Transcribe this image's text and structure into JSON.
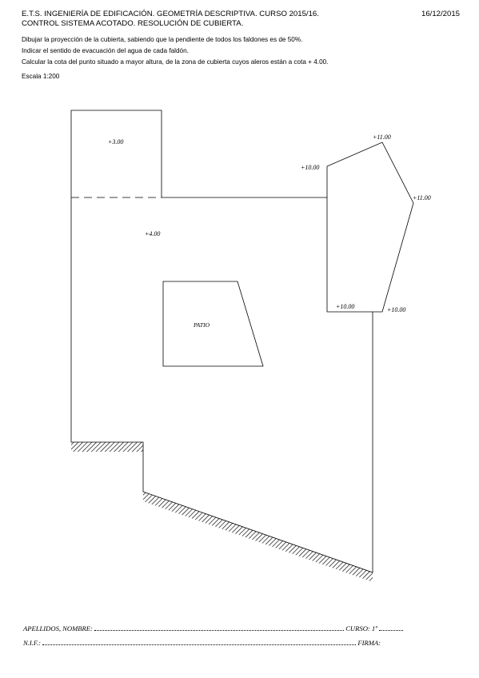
{
  "header": {
    "line1": "E.T.S. INGENIERÍA DE EDIFICACIÓN. GEOMETRÍA DESCRIPTIVA. CURSO 2015/16.",
    "line2": "CONTROL SISTEMA ACOTADO. RESOLUCIÓN DE CUBIERTA.",
    "date": "16/12/2015"
  },
  "instructions": [
    "Dibujar la proyección de la cubierta, sabiendo que la pendiente de todos los faldones es de 50%.",
    "Indicar el sentido de evacuación del agua de cada faldón.",
    "Calcular la cota del punto situado a mayor altura, de la zona de cubierta cuyos aleros están a cota + 4.00."
  ],
  "scale": "Escala  1:200",
  "plan": {
    "elevations": {
      "upper_block": "+3.00",
      "main_block": "+4.00",
      "poly_top": "+11.00",
      "poly_left_top": "+10.00",
      "poly_right": "+11.00",
      "poly_bottom_left": "+10.00",
      "poly_bottom_right": "+10.00"
    },
    "patio": "PATIO"
  },
  "footer": {
    "name_label": "APELLIDOS, NOMBRE:",
    "course_label": "CURSO: 1º",
    "nif_label": "N.I.F.:",
    "sign_label": "FIRMA:"
  }
}
